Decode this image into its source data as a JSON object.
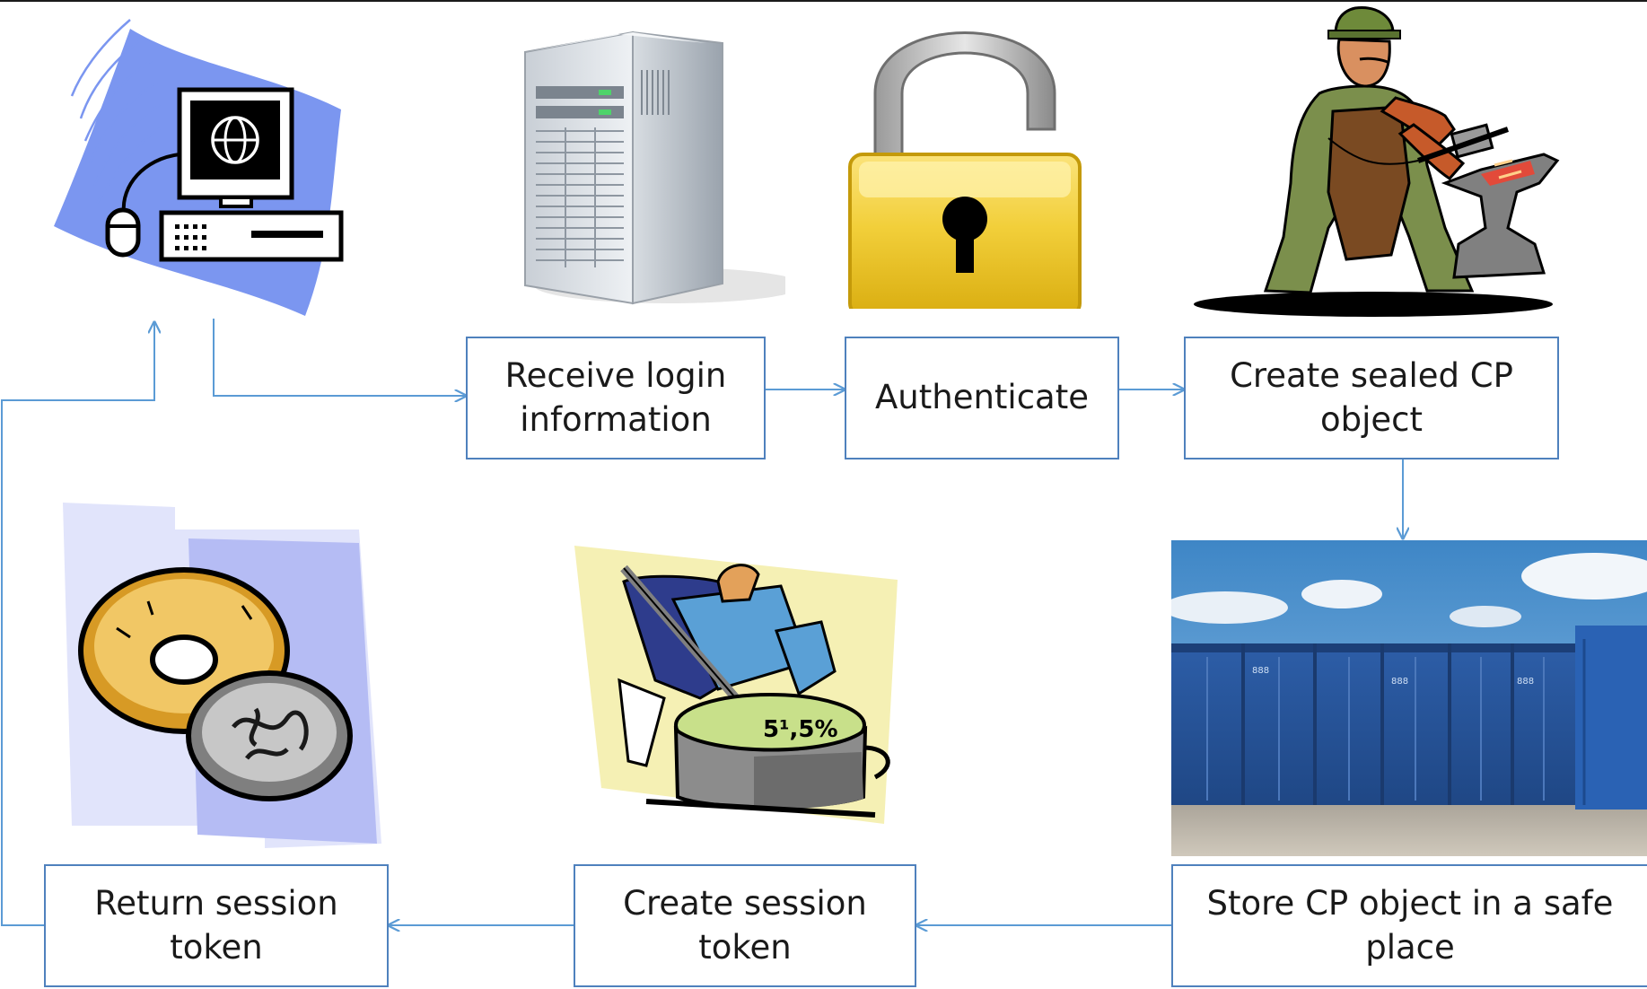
{
  "colors": {
    "connector": "#5b9bd5",
    "box_border": "#4f81bd",
    "text": "#1a1a1a"
  },
  "steps": [
    {
      "id": "receive",
      "label": "Receive login information"
    },
    {
      "id": "authenticate",
      "label": "Authenticate"
    },
    {
      "id": "seal",
      "label": "Create sealed CP object"
    },
    {
      "id": "store",
      "label": "Store CP object in a safe place"
    },
    {
      "id": "create_token",
      "label": "Create session token"
    },
    {
      "id": "return_token",
      "label": "Return session token"
    }
  ],
  "pictures": {
    "computer": "computer-icon",
    "server": "server-icon",
    "lock": "padlock-icon",
    "smith": "blacksmith-icon",
    "containers": "shipping-containers-photo",
    "coins": "coins-icon",
    "cook": "cook-stirring-pot-icon"
  },
  "cook_pot_text": "5¹,5%"
}
